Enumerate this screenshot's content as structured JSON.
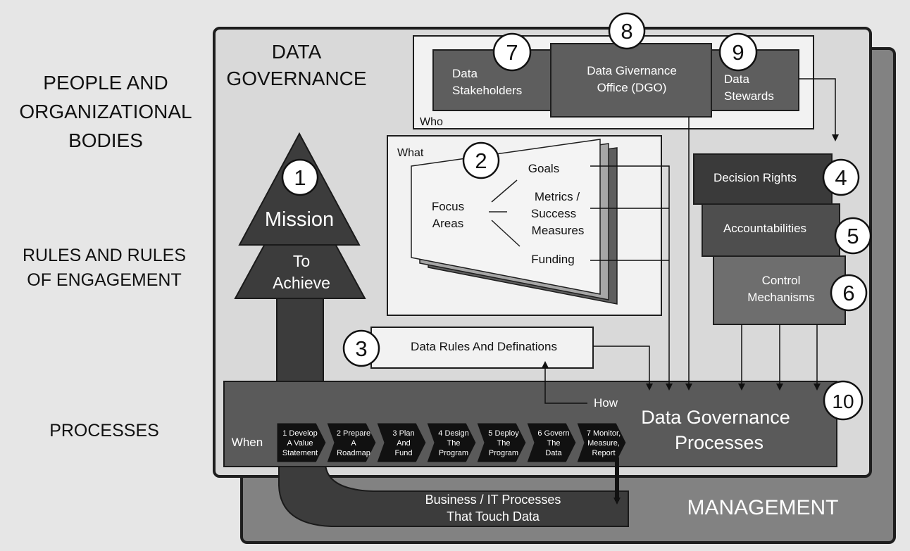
{
  "left_labels": {
    "people": [
      "PEOPLE AND",
      "ORGANIZATIONAL",
      "BODIES"
    ],
    "rules": [
      "RULES AND RULES",
      "OF ENGAGEMENT"
    ],
    "processes": "PROCESSES"
  },
  "main": {
    "title": [
      "DATA",
      "GOVERNANCE"
    ],
    "management": "MANAGEMENT"
  },
  "who": {
    "label": "Who",
    "stakeholders": [
      "Data",
      "Stakeholders"
    ],
    "dgo": [
      "Data Givernance",
      "Office (DGO)"
    ],
    "stewards": [
      "Data",
      "Stewards"
    ]
  },
  "what": {
    "label": "What",
    "focus": [
      "Focus",
      "Areas"
    ],
    "goals": "Goals",
    "metrics": [
      "Metrics /",
      "Success",
      "Measures"
    ],
    "funding": "Funding"
  },
  "mission": {
    "title": "Mission",
    "to_achieve": [
      "To",
      "Achieve"
    ]
  },
  "rules_box": {
    "label": "Data Rules And Definations"
  },
  "right_boxes": {
    "decision": "Decision Rights",
    "accountabilities": "Accountabilities",
    "control": [
      "Control",
      "Mechanisms"
    ]
  },
  "processes_bar": {
    "how": "How",
    "when": "When",
    "title": [
      "Data Governance",
      "Processes"
    ],
    "steps": [
      [
        "1 Develop",
        "A Value",
        "Statement"
      ],
      [
        "2 Prepare",
        "A",
        "Roadmap"
      ],
      [
        "3 Plan",
        "And",
        "Fund"
      ],
      [
        "4 Design",
        "The",
        "Program"
      ],
      [
        "5 Deploy",
        "The",
        "Program"
      ],
      [
        "6 Govern",
        "The",
        "Data"
      ],
      [
        "7 Monitor,",
        "Measure,",
        "Report"
      ]
    ],
    "business": [
      "Business / IT Processes",
      "That Touch Data"
    ]
  },
  "numbers": [
    "1",
    "2",
    "3",
    "4",
    "5",
    "6",
    "7",
    "8",
    "9",
    "10"
  ],
  "colors": {
    "dark": "#3a3a3a",
    "mid": "#5e5e5e",
    "light_box": "#f2f2f2",
    "panel": "#d9d9d9"
  }
}
